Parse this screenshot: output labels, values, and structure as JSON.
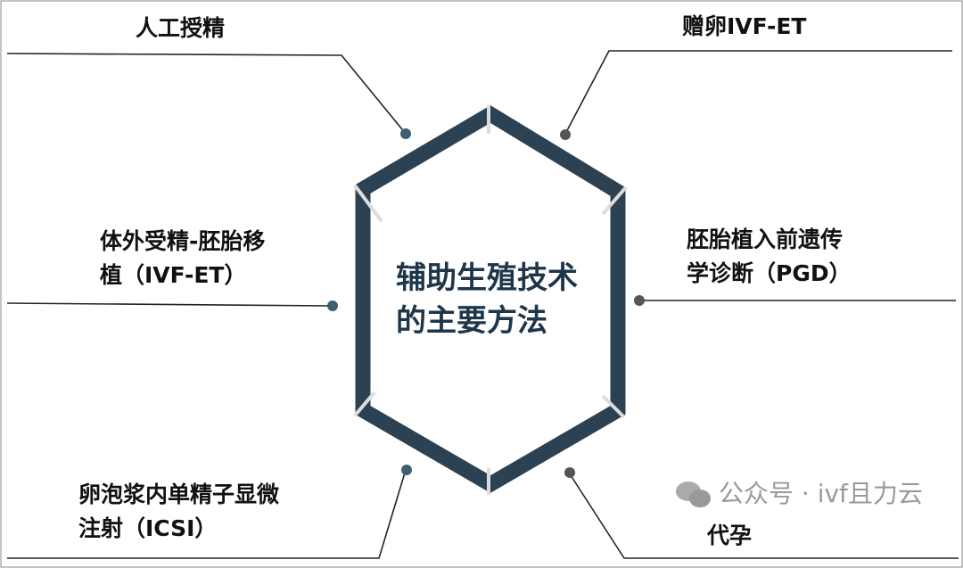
{
  "center_title": [
    "辅助生殖技术",
    "的主要方法"
  ],
  "methods": {
    "top_left": [
      "人工授精"
    ],
    "top_right": [
      "赠卵IVF-ET"
    ],
    "middle_left": [
      "体外受精-胚胎移",
      "植（IVF-ET）"
    ],
    "middle_right": [
      "胚胎植入前遗传",
      "学诊断（PGD）"
    ],
    "bottom_left": [
      "卵泡浆内单精子显微",
      "注射（ICSI）"
    ],
    "bottom_right": [
      "代孕"
    ]
  },
  "watermark": "公众号 · ivf且力云",
  "colors": {
    "hexagon": "#2c4253",
    "connector": "#222222",
    "dot_blue": "#3f5f73",
    "dot_gray": "#555555"
  }
}
